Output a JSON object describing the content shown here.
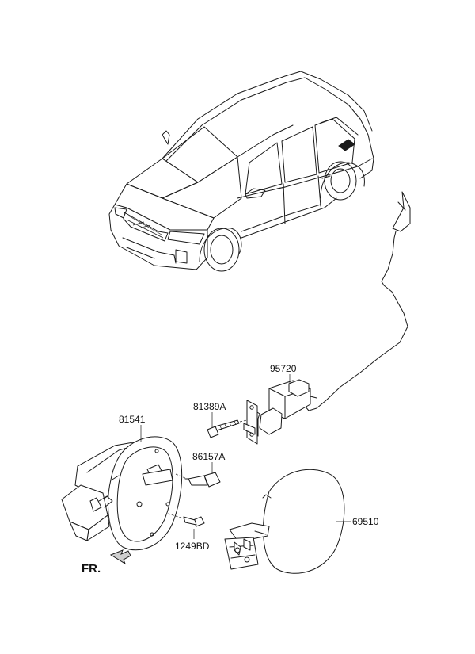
{
  "diagram": {
    "labels": {
      "p95720": "95720",
      "p81389A": "81389A",
      "p81541": "81541",
      "p86157A": "86157A",
      "p1249BD": "1249BD",
      "p69510": "69510",
      "front": "FR."
    },
    "colors": {
      "line": "#1a1a1a",
      "background": "#ffffff"
    }
  }
}
